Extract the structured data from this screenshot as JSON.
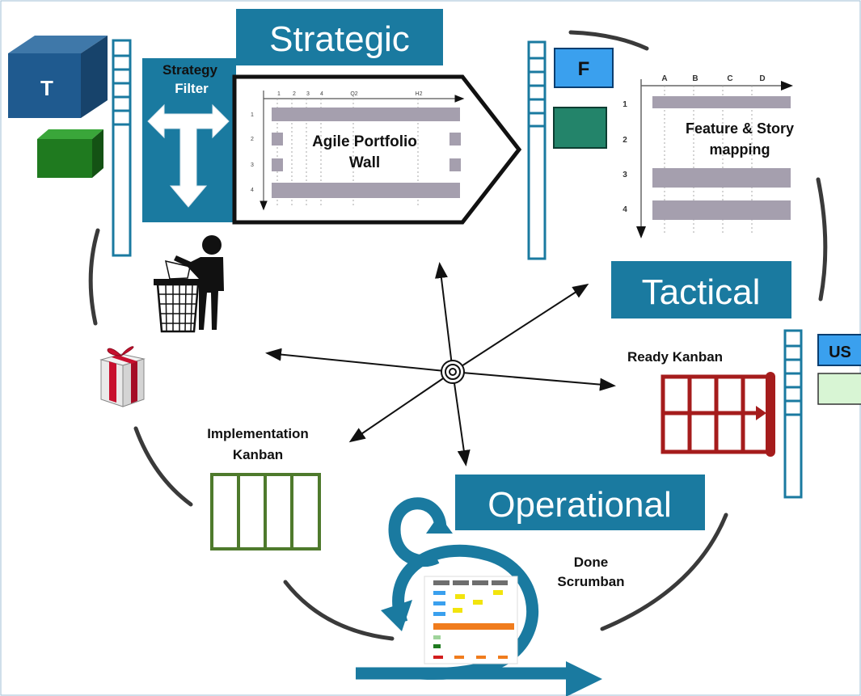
{
  "labels": {
    "strategic": "Strategic",
    "tactical": "Tactical",
    "operational": "Operational",
    "strategy_filter_line1": "Strategy",
    "strategy_filter_line2": "Filter",
    "portfolio_wall_line1": "Agile Portfolio",
    "portfolio_wall_line2": "Wall",
    "feature_story_line1": "Feature & Story",
    "feature_story_line2": "mapping",
    "ready_kanban": "Ready Kanban",
    "implementation_kanban_line1": "Implementation",
    "implementation_kanban_line2": "Kanban",
    "done_scrumban_line1": "Done",
    "done_scrumban_line2": "Scrumban",
    "box_t": "T",
    "box_f": "F",
    "box_us": "US"
  },
  "portfolio_axis": {
    "columns": [
      "1",
      "2",
      "3",
      "4",
      "Q2",
      "H2"
    ],
    "rows": [
      "1",
      "2",
      "3",
      "4"
    ]
  },
  "story_map_axis": {
    "columns": [
      "A",
      "B",
      "C",
      "D"
    ],
    "rows": [
      "1",
      "2",
      "3",
      "4"
    ]
  },
  "colors": {
    "teal": "#1a7aa0",
    "dark_blue": "#1f5a8f",
    "dark_green": "#1f7a1f",
    "bright_blue": "#3aa0ee",
    "teal_green": "#23846a",
    "dark_red": "#a51c1c",
    "olive_green": "#4e7a2c",
    "light_green": "#d8f5d4",
    "gray_bar": "#a59fae",
    "arc_gray": "#3a3a3a"
  }
}
